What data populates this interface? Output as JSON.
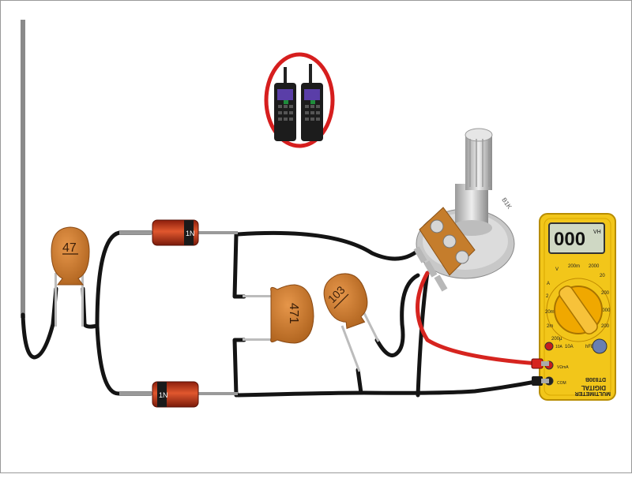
{
  "capacitors": [
    {
      "id": "c1",
      "label": "47"
    },
    {
      "id": "c2",
      "label": "471"
    },
    {
      "id": "c3",
      "label": "103"
    }
  ],
  "diodes": [
    {
      "id": "d1",
      "band_text": "1N"
    },
    {
      "id": "d2",
      "band_text": "1N"
    }
  ],
  "potentiometer": {
    "shaft_text": "B1K"
  },
  "multimeter": {
    "display": "000",
    "display_unit": "VH",
    "model": "DT830B",
    "brand_line1": "DIGITAL",
    "brand_line2": "MULTIMETER",
    "range_labels": [
      "V",
      "200m",
      "2000",
      "20",
      "200",
      "2",
      "20m",
      "2m",
      "200µ",
      "A",
      "10A",
      "hFE",
      "2000",
      "200"
    ],
    "jack_labels": [
      "10A",
      "VΩmA",
      "COM"
    ]
  },
  "icons": {
    "walkie_talkie": "walkie-talkie-icon"
  },
  "colors": {
    "wire": "#141414",
    "antenna": "#8a8a8a",
    "capacitor": "#c8792a",
    "capacitor_dark": "#a65e1a",
    "diode_body": "#c0391d",
    "meter_body": "#f2c61a",
    "meter_dial": "#f0a800",
    "probe_red": "#d6241f",
    "ellipse_border": "#d61e1e"
  }
}
